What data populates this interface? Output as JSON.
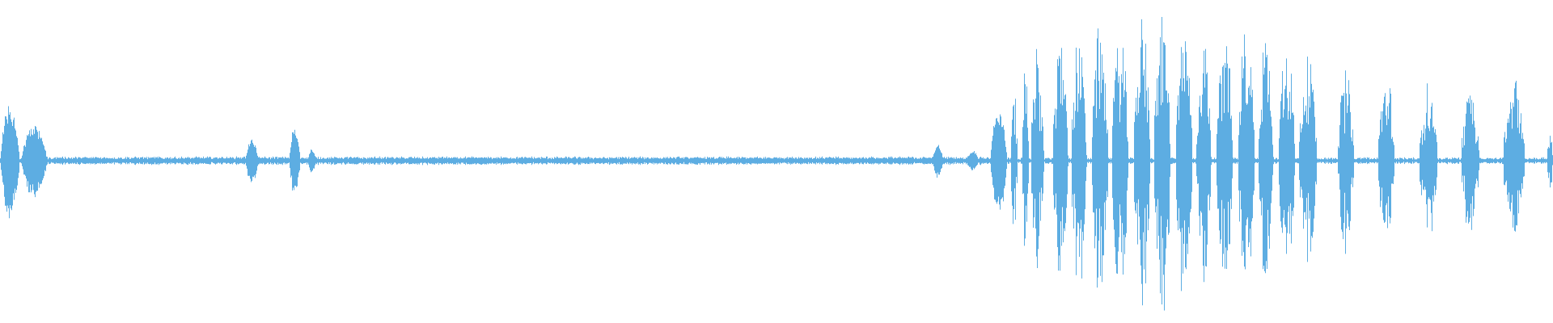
{
  "waveform": {
    "color": "#5dade2",
    "background": "#ffffff",
    "duration_fraction_of_view": 1.0,
    "events": [
      {
        "start": 0.0,
        "end": 0.012,
        "peak": 0.17,
        "shape": "burst"
      },
      {
        "start": 0.014,
        "end": 0.03,
        "peak": 0.11,
        "shape": "burst"
      },
      {
        "start": 0.158,
        "end": 0.166,
        "peak": 0.07,
        "shape": "burst"
      },
      {
        "start": 0.186,
        "end": 0.193,
        "peak": 0.1,
        "shape": "burst"
      },
      {
        "start": 0.198,
        "end": 0.203,
        "peak": 0.04,
        "shape": "burst"
      },
      {
        "start": 0.6,
        "end": 0.607,
        "peak": 0.05,
        "shape": "burst"
      },
      {
        "start": 0.622,
        "end": 0.63,
        "peak": 0.03,
        "shape": "burst"
      },
      {
        "start": 0.638,
        "end": 0.648,
        "peak": 0.16,
        "shape": "burst"
      },
      {
        "start": 0.651,
        "end": 0.655,
        "peak": 0.21,
        "shape": "spiky"
      },
      {
        "start": 0.658,
        "end": 0.662,
        "peak": 0.28,
        "shape": "spiky"
      },
      {
        "start": 0.664,
        "end": 0.672,
        "peak": 0.33,
        "shape": "spiky"
      },
      {
        "start": 0.678,
        "end": 0.688,
        "peak": 0.37,
        "shape": "spiky"
      },
      {
        "start": 0.69,
        "end": 0.7,
        "peak": 0.39,
        "shape": "spiky"
      },
      {
        "start": 0.703,
        "end": 0.714,
        "peak": 0.4,
        "shape": "spiky"
      },
      {
        "start": 0.716,
        "end": 0.727,
        "peak": 0.38,
        "shape": "spiky"
      },
      {
        "start": 0.73,
        "end": 0.741,
        "peak": 0.41,
        "shape": "spiky"
      },
      {
        "start": 0.743,
        "end": 0.754,
        "peak": 0.43,
        "shape": "spiky"
      },
      {
        "start": 0.757,
        "end": 0.768,
        "peak": 0.39,
        "shape": "spiky"
      },
      {
        "start": 0.77,
        "end": 0.78,
        "peak": 0.35,
        "shape": "spiky"
      },
      {
        "start": 0.783,
        "end": 0.794,
        "peak": 0.37,
        "shape": "spiky"
      },
      {
        "start": 0.797,
        "end": 0.808,
        "peak": 0.42,
        "shape": "spiky"
      },
      {
        "start": 0.81,
        "end": 0.82,
        "peak": 0.4,
        "shape": "spiky"
      },
      {
        "start": 0.823,
        "end": 0.834,
        "peak": 0.35,
        "shape": "spiky"
      },
      {
        "start": 0.836,
        "end": 0.848,
        "peak": 0.31,
        "shape": "spiky"
      },
      {
        "start": 0.861,
        "end": 0.872,
        "peak": 0.26,
        "shape": "spiky"
      },
      {
        "start": 0.887,
        "end": 0.898,
        "peak": 0.25,
        "shape": "spiky"
      },
      {
        "start": 0.914,
        "end": 0.926,
        "peak": 0.23,
        "shape": "spiky"
      },
      {
        "start": 0.941,
        "end": 0.953,
        "peak": 0.22,
        "shape": "spiky"
      },
      {
        "start": 0.968,
        "end": 0.982,
        "peak": 0.24,
        "shape": "spiky"
      },
      {
        "start": 0.996,
        "end": 1.0,
        "peak": 0.08,
        "shape": "spiky"
      }
    ],
    "noise_floor": 0.008,
    "noise_segments": [
      {
        "start": 0.03,
        "end": 0.64,
        "level": 0.008
      }
    ]
  }
}
